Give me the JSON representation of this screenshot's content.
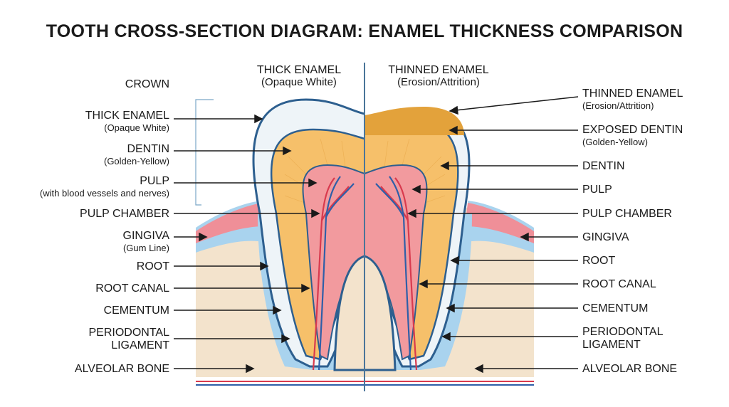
{
  "title": "TOOTH CROSS-SECTION DIAGRAM: ENAMEL THICKNESS COMPARISON",
  "headers": {
    "left": {
      "main": "THICK ENAMEL",
      "sub": "(Opaque White)"
    },
    "right": {
      "main": "THINNED ENAMEL",
      "sub": "(Erosion/Attrition)"
    }
  },
  "left_labels": {
    "crown": "CROWN",
    "thick_enamel": {
      "main": "THICK ENAMEL",
      "sub": "(Opaque White)"
    },
    "dentin": {
      "main": "DENTIN",
      "sub": "(Golden-Yellow)"
    },
    "pulp": {
      "main": "PULP",
      "sub": "(with blood vessels and nerves)"
    },
    "pulp_chamber": "PULP CHAMBER",
    "gingiva": {
      "main": "GINGIVA",
      "sub": "(Gum Line)"
    },
    "root": "ROOT",
    "root_canal": "ROOT CANAL",
    "cementum": "CEMENTUM",
    "periodontal": {
      "line1": "PERIODONTAL",
      "line2": "LIGAMENT"
    },
    "alveolar_bone": "ALVEOLAR BONE"
  },
  "right_labels": {
    "thinned_enamel": {
      "main": "THINNED ENAMEL",
      "sub": "(Erosion/Attrition)"
    },
    "exposed_dentin": {
      "main": "EXPOSED DENTIN",
      "sub": "(Golden-Yellow)"
    },
    "dentin": "DENTIN",
    "pulp": "PULP",
    "pulp_chamber": "PULP CHAMBER",
    "gingiva": "GINGIVA",
    "root": "ROOT",
    "root_canal": "ROOT CANAL",
    "cementum": "CEMENTUM",
    "periodontal": {
      "line1": "PERIODONTAL",
      "line2": "LIGAMENT"
    },
    "alveolar_bone": "ALVEOLAR BONE"
  },
  "colors": {
    "enamel": "#eef4f8",
    "enamel_outline": "#2d5f8f",
    "dentin": "#f6c06a",
    "exposed_dentin": "#e3a23b",
    "pulp": "#f29a9e",
    "gingiva": "#ef8f98",
    "ligament": "#a9d3ee",
    "bone": "#f3e3cc",
    "vessel_red": "#d83a4e",
    "vessel_blue": "#2f5fa8",
    "divider": "#4a7599"
  }
}
